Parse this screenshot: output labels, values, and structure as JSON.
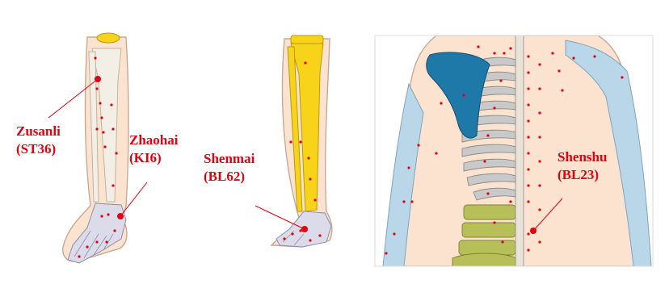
{
  "colors": {
    "label": "#e3000f",
    "point": "#e3000f",
    "skin": "#fbe3cf",
    "skin_outline": "#c8a994",
    "bone_yellow": "#f7d31a",
    "bone_white": "#f3efe6",
    "foot_bone": "#dcdbe9",
    "scapula": "#1e78a8",
    "rib": "#c9c9c9",
    "vertebra": "#b7bf58",
    "arm_blue": "#bad7e9",
    "background": "#ffffff"
  },
  "points": [
    {
      "name": "Zusanli",
      "code": "(ST36)"
    },
    {
      "name": "Zhaohai",
      "code": "(KI6)"
    },
    {
      "name": "Shenmai",
      "code": "(BL62)"
    },
    {
      "name": "Shenshu",
      "code": "(BL23)"
    }
  ]
}
